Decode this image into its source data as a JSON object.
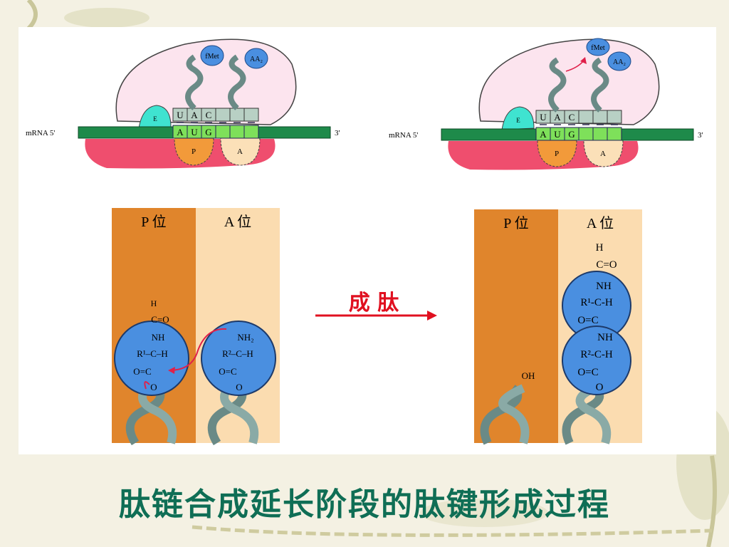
{
  "slide_title": "肽链合成延长阶段的肽键形成过程",
  "arrow_label": "成 肽",
  "colors": {
    "title": "#0f6e55",
    "arrow": "#e01020",
    "p_site": "#e0852c",
    "a_site": "#fbdcb0",
    "amino_circle": "#4a8fe0",
    "mrna": "#1e8a4a",
    "codon": "#7ee05a",
    "ribosome_large": "#fce4ee",
    "ribosome_small": "#ef4e6e"
  },
  "ribosome_left": {
    "mrna_label": "mRNA 5'",
    "end_label": "3'",
    "anticodon": [
      "U",
      "A",
      "C"
    ],
    "codon": [
      "A",
      "U",
      "G"
    ],
    "sites": [
      "E",
      "P",
      "A"
    ],
    "trna1": "fMet",
    "trna2": "AA₂"
  },
  "ribosome_right": {
    "mrna_label": "mRNA 5'",
    "end_label": "3'",
    "anticodon": [
      "U",
      "A",
      "C"
    ],
    "codon": [
      "A",
      "U",
      "G"
    ],
    "sites": [
      "E",
      "P",
      "A"
    ],
    "trna1": "fMet",
    "trna2": "AA₂"
  },
  "sites_left": {
    "p_label": "P 位",
    "a_label": "A 位",
    "p_chem": [
      "H",
      "C=O",
      "NH",
      "R¹–C–H",
      "O=C",
      "O"
    ],
    "a_chem": [
      "NH₂",
      "R²–C–H",
      "O=C",
      "O"
    ]
  },
  "sites_right": {
    "p_label": "P 位",
    "a_label": "A 位",
    "p_chem": [
      "OH"
    ],
    "a_chem": [
      "H",
      "C=O",
      "NH",
      "R¹-C-H",
      "O=C",
      "NH",
      "R²-C-H",
      "O=C",
      "O"
    ]
  }
}
